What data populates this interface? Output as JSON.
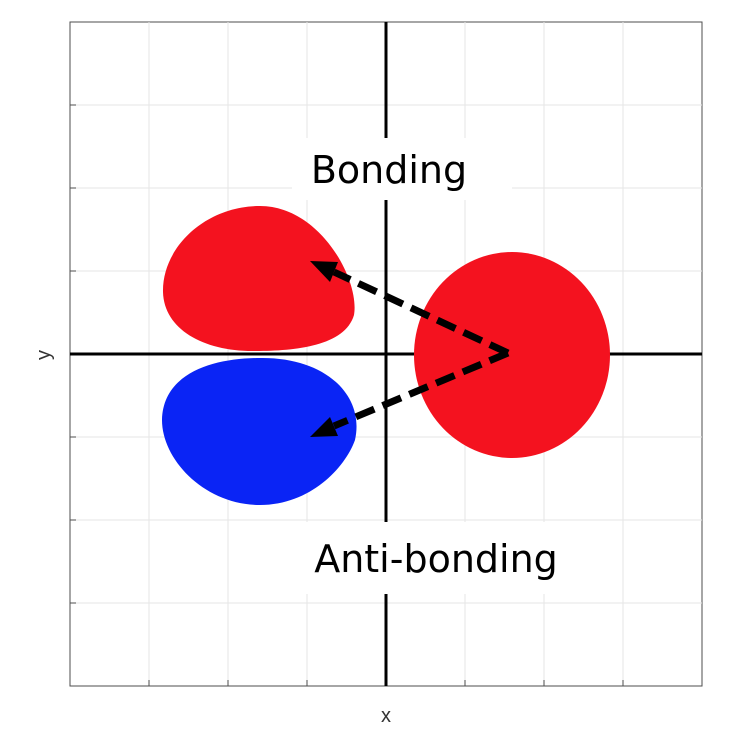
{
  "axes": {
    "xlabel": "x",
    "ylabel": "y",
    "grid": true
  },
  "labels": {
    "bonding": "Bonding",
    "antibonding": "Anti-bonding"
  },
  "colors": {
    "positive_lobe": "#f4121f",
    "negative_lobe": "#0a24f5",
    "arrow": "#000000",
    "grid": "#e6e6e6",
    "axis": "#000000"
  }
}
